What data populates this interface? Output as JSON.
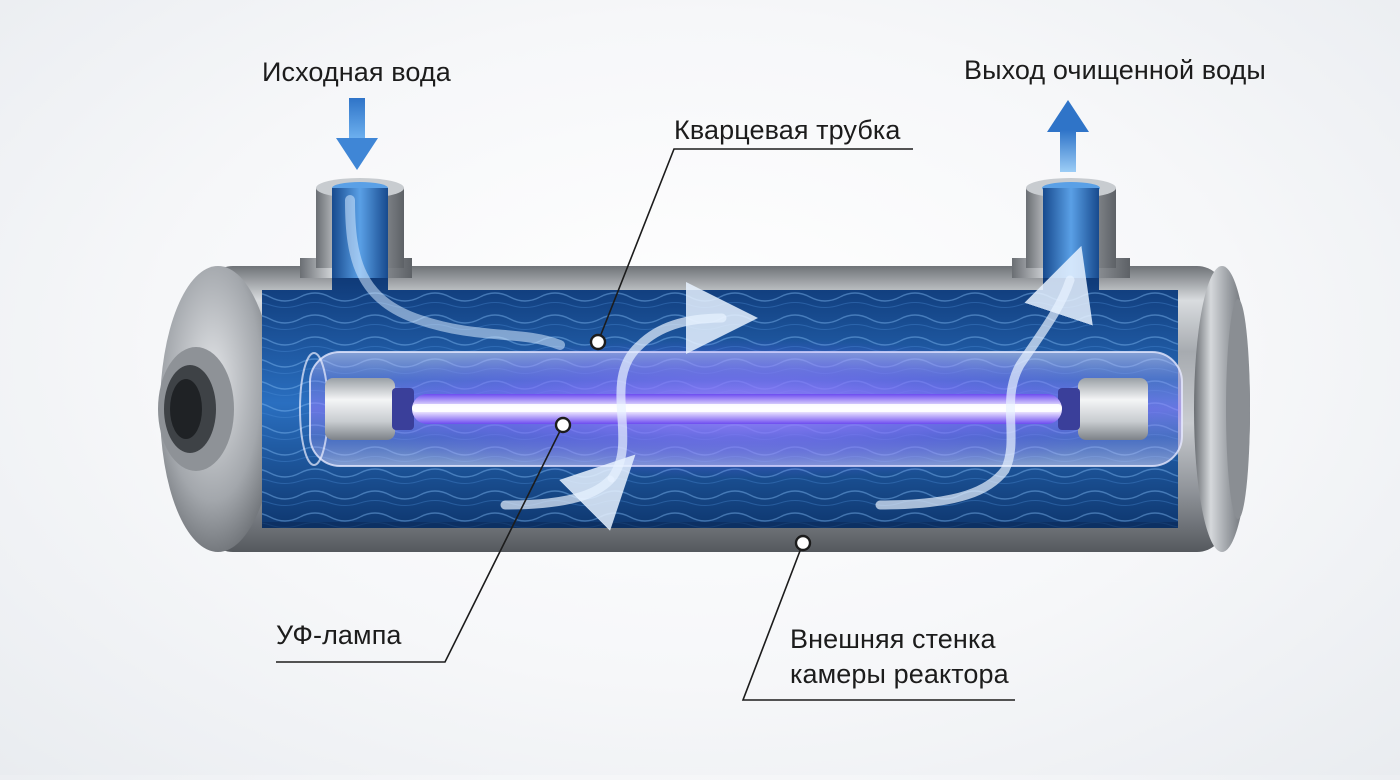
{
  "labels": {
    "inlet": "Исходная вода",
    "outlet": "Выход очищенной воды",
    "quartz_tube": "Кварцевая трубка",
    "uv_lamp": "УФ-лампа",
    "outer_wall_line1": "Внешняя стенка",
    "outer_wall_line2": "камеры реактора"
  },
  "colors": {
    "arrow_blue": "#2f74c8",
    "water_blue": "#1f5fae",
    "uv_violet": "#8a6cff",
    "steel": "#b8bcc2",
    "text": "#1c1c1c"
  }
}
